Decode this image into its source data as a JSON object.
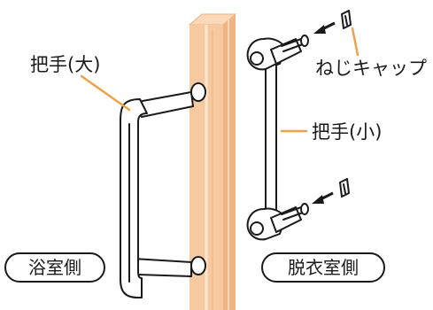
{
  "labels": {
    "large_handle": "把手(大)",
    "small_handle": "把手(小)",
    "screw_cap": "ねじキャップ",
    "bathroom_side": "浴室側",
    "dressing_room_side": "脱衣室側"
  },
  "colors": {
    "door_frame_fill": "#f7c9a0",
    "door_frame_edge": "#eab27e",
    "leader_line": "#f0a24a",
    "ink": "#1a1a1a",
    "hardware_fill": "#ffffff"
  },
  "icons": {
    "screw_cap": "screw-cap-icon",
    "direction_arrow": "arrow-left-icon"
  }
}
